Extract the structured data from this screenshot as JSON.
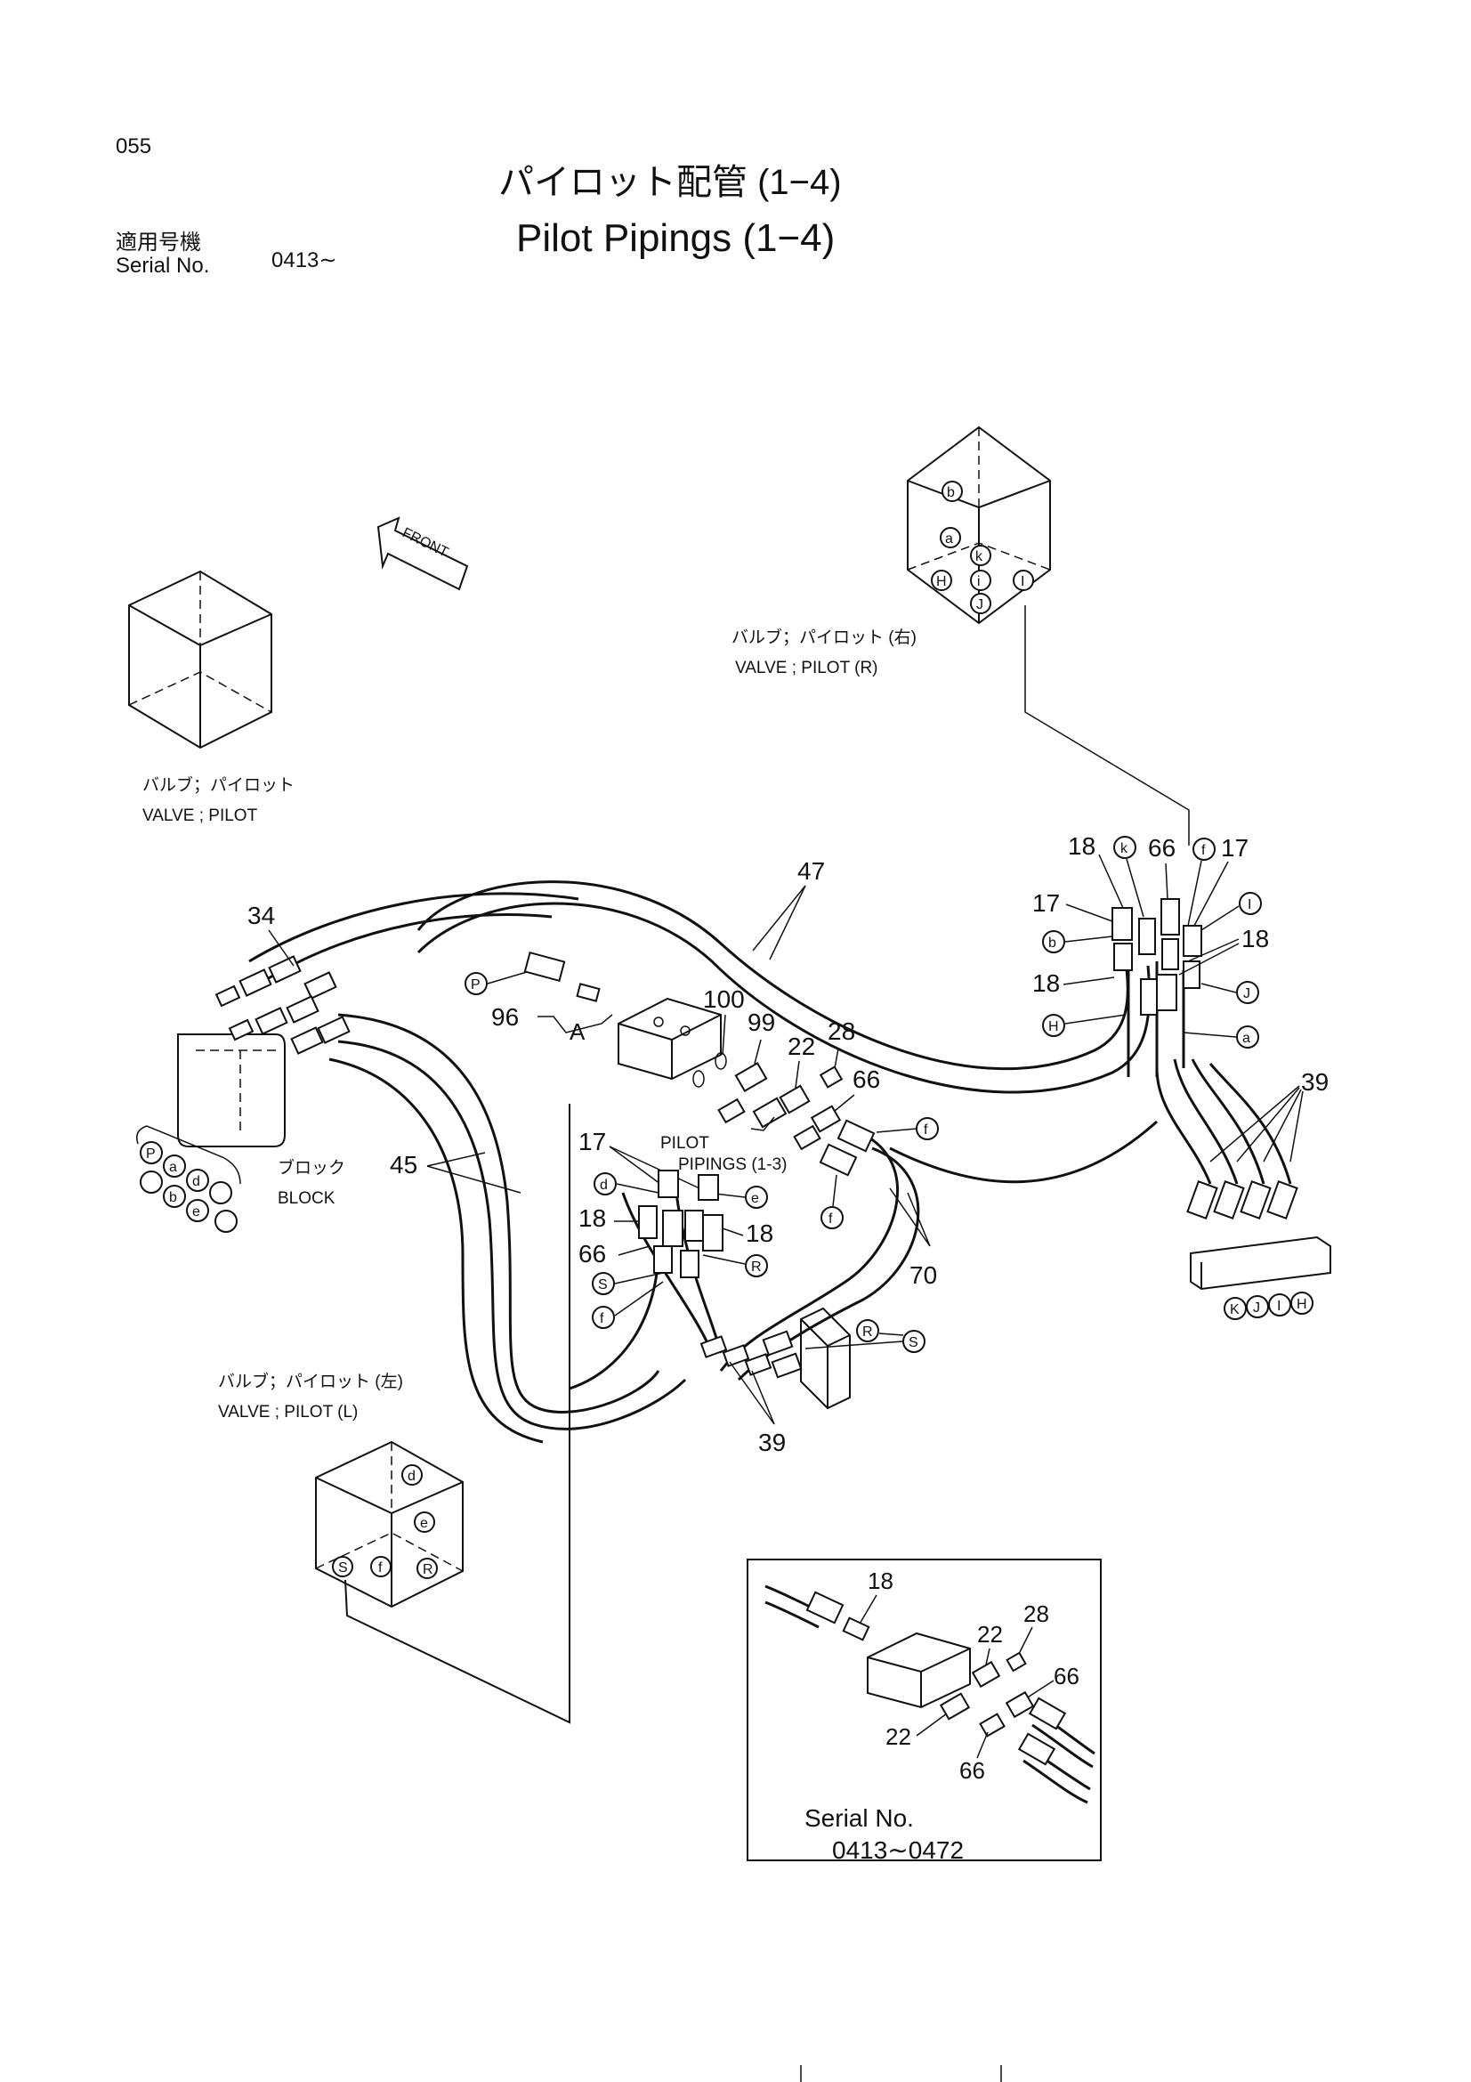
{
  "header": {
    "page_number": "055",
    "title_ja": "パイロット配管 (1−4)",
    "title_en": "Pilot Pipings (1−4)",
    "serial_label_ja": "適用号機",
    "serial_label_en": "Serial No.",
    "serial_value": "0413∼"
  },
  "labels": {
    "front": "FRONT",
    "valve_pilot_r_ja": "バルブ；パイロット (右)",
    "valve_pilot_r_en": "VALVE ; PILOT (R)",
    "valve_pilot_ja": "バルブ；パイロット",
    "valve_pilot_en": "VALVE ; PILOT",
    "valve_pilot_l_ja": "バルブ；パイロット (左)",
    "valve_pilot_l_en": "VALVE ; PILOT (L)",
    "block_ja": "ブロック",
    "block_en": "BLOCK",
    "pilot_pipings_ref_1": "PILOT",
    "pilot_pipings_ref_2": "PIPINGS (1-3)",
    "detail_a": "A"
  },
  "parts": {
    "p18": "18",
    "p17": "17",
    "p66": "66",
    "p47": "47",
    "p34": "34",
    "p96": "96",
    "p100": "100",
    "p99": "99",
    "p22": "22",
    "p28": "28",
    "p39": "39",
    "p45": "45",
    "p70": "70"
  },
  "ports": {
    "a": "a",
    "b": "b",
    "d": "d",
    "e": "e",
    "f": "f",
    "H": "H",
    "I": "I",
    "J": "J",
    "K": "K",
    "P": "P",
    "R": "R",
    "S": "S",
    "k": "k",
    "i": "i"
  },
  "inset": {
    "serial_label": "Serial No.",
    "serial_range": "0413∼0472",
    "p18": "18",
    "p22a": "22",
    "p28": "28",
    "p66a": "66",
    "p22b": "22",
    "p66b": "66"
  }
}
